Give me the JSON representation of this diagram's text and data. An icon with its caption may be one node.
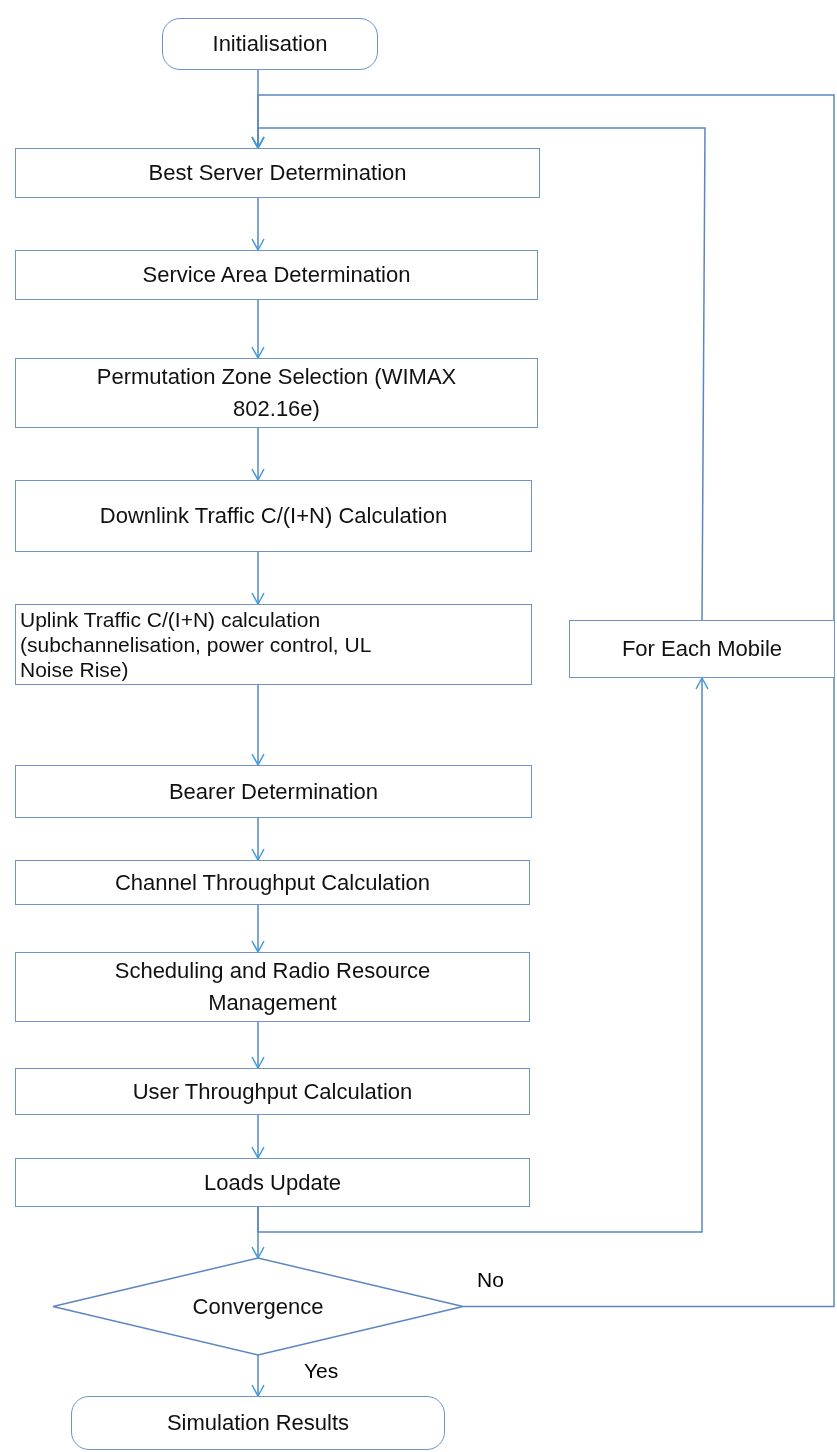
{
  "diagram": {
    "nodes": [
      {
        "text": [
          "Initialisation"
        ]
      },
      {
        "text": [
          "Best Server Determination"
        ]
      },
      {
        "text": [
          "Service Area Determination"
        ]
      },
      {
        "text": [
          "Permutation Zone Selection (WIMAX 802.16e)"
        ]
      },
      {
        "text": [
          "Downlink Traffic C/(I+N) Calculation"
        ]
      },
      {
        "text": [
          "Uplink Traffic C/(I+N) calculation (subchannelisation, power control, UL Noise Rise)"
        ]
      },
      {
        "text": [
          "Bearer Determination"
        ]
      },
      {
        "text": [
          "Channel Throughput Calculation"
        ]
      },
      {
        "text": [
          "Scheduling and Radio Resource Management"
        ]
      },
      {
        "text": [
          "User Throughput Calculation"
        ]
      },
      {
        "text": [
          "Loads Update"
        ]
      },
      {
        "text": [
          "Convergence"
        ]
      },
      {
        "text": [
          "For Each Mobile"
        ]
      },
      {
        "text": [
          "Simulation Results"
        ]
      }
    ],
    "edges": [
      {
        "from": 0,
        "to": 1,
        "arrow": "to"
      },
      {
        "from": 1,
        "to": 2,
        "arrow": "to"
      },
      {
        "from": 2,
        "to": 3,
        "arrow": "to"
      },
      {
        "from": 3,
        "to": 4,
        "arrow": "to"
      },
      {
        "from": 4,
        "to": 5,
        "arrow": "to"
      },
      {
        "from": 5,
        "to": 6,
        "arrow": "to"
      },
      {
        "from": 6,
        "to": 7,
        "arrow": "to"
      },
      {
        "from": 7,
        "to": 8,
        "arrow": "to"
      },
      {
        "from": 8,
        "to": 9,
        "arrow": "to"
      },
      {
        "from": 9,
        "to": 10,
        "arrow": "to"
      },
      {
        "from": 10,
        "to": 11,
        "arrow": "to"
      },
      {
        "from": 10,
        "to": 12,
        "arrow": "to"
      },
      {
        "from": 12,
        "to": 1,
        "arrow": "to"
      },
      {
        "from": 11,
        "to": 1,
        "arrow": "to",
        "label": "No"
      },
      {
        "from": 11,
        "to": 13,
        "arrow": "to",
        "label": "Yes"
      }
    ]
  }
}
